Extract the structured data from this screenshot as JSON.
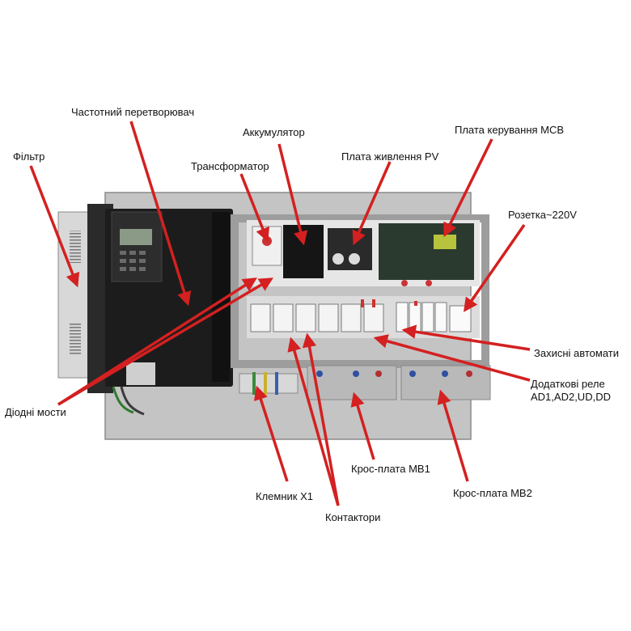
{
  "labels": {
    "filter": "Фільтр",
    "inverter": "Частотний перетворювач",
    "battery": "Аккумулятор",
    "transformer": "Трансформатор",
    "power_board": "Плата живлення PV",
    "mcb_board": "Плата керування MCB",
    "socket": "Розетка~220V",
    "protective_breakers": "Захисні автомати",
    "extra_relays_line1": "Додаткові реле",
    "extra_relays_line2": "AD1,AD2,UD,DD",
    "diode_bridges": "Діодні мости",
    "mb1": "Крос-плата MB1",
    "terminal_x1": "Клемник X1",
    "contactors": "Контактори",
    "mb2": "Крос-плата MB2"
  },
  "colors": {
    "arrow": "#d42020",
    "panel": "#c8c8c8",
    "panel_dark": "#9a9a9a",
    "inverter_body": "#1c1c1c"
  }
}
